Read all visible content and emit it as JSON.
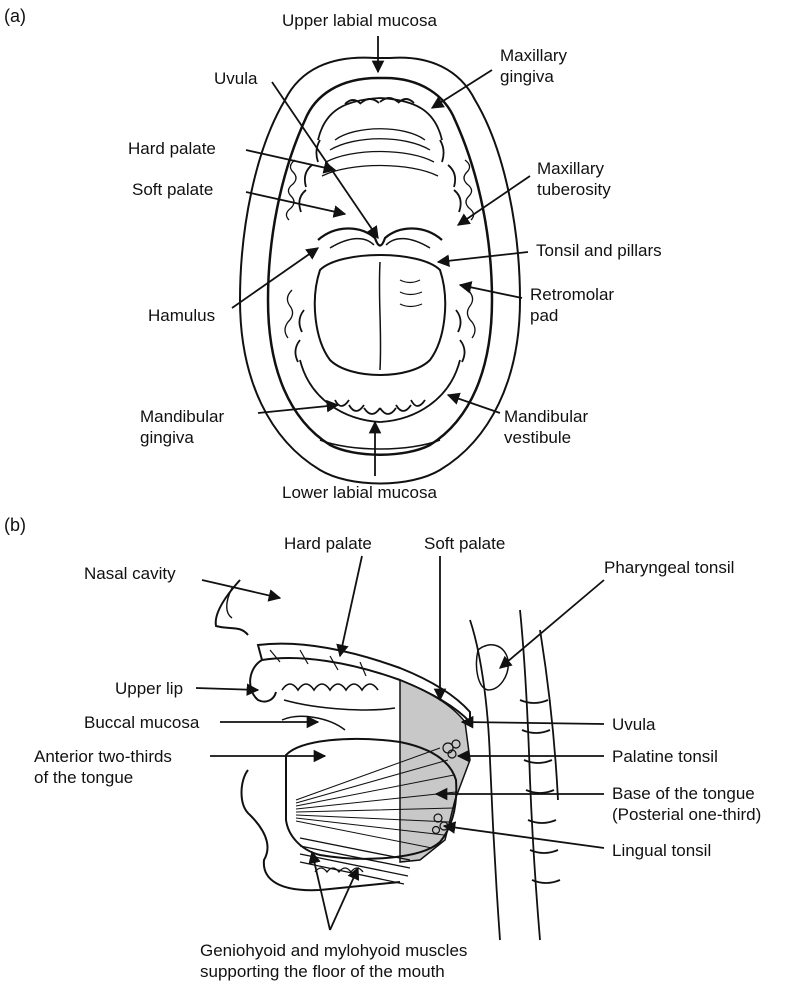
{
  "panel_a": {
    "tag": "(a)",
    "labels": {
      "upper_labial_mucosa": "Upper labial mucosa",
      "maxillary_gingiva": "Maxillary\ngingiva",
      "uvula": "Uvula",
      "hard_palate": "Hard palate",
      "soft_palate": "Soft palate",
      "maxillary_tuberosity": "Maxillary\ntuberosity",
      "tonsil_and_pillars": "Tonsil and pillars",
      "hamulus": "Hamulus",
      "retromolar_pad": "Retromolar\npad",
      "mandibular_gingiva": "Mandibular\ngingiva",
      "mandibular_vestibule": "Mandibular\nvestibule",
      "lower_labial_mucosa": "Lower labial mucosa"
    }
  },
  "panel_b": {
    "tag": "(b)",
    "labels": {
      "hard_palate": "Hard palate",
      "soft_palate": "Soft palate",
      "nasal_cavity": "Nasal cavity",
      "pharyngeal_tonsil": "Pharyngeal tonsil",
      "upper_lip": "Upper lip",
      "buccal_mucosa": "Buccal mucosa",
      "uvula": "Uvula",
      "anterior_tongue": "Anterior two-thirds\nof the tongue",
      "palatine_tonsil": "Palatine tonsil",
      "base_of_tongue": "Base of the tongue\n(Posterial one-third)",
      "lingual_tonsil": "Lingual tonsil",
      "muscles": "Geniohyoid and mylohyoid muscles\nsupporting the floor of the mouth"
    }
  },
  "colors": {
    "ink": "#111111",
    "shade": "#9a9a9a"
  }
}
